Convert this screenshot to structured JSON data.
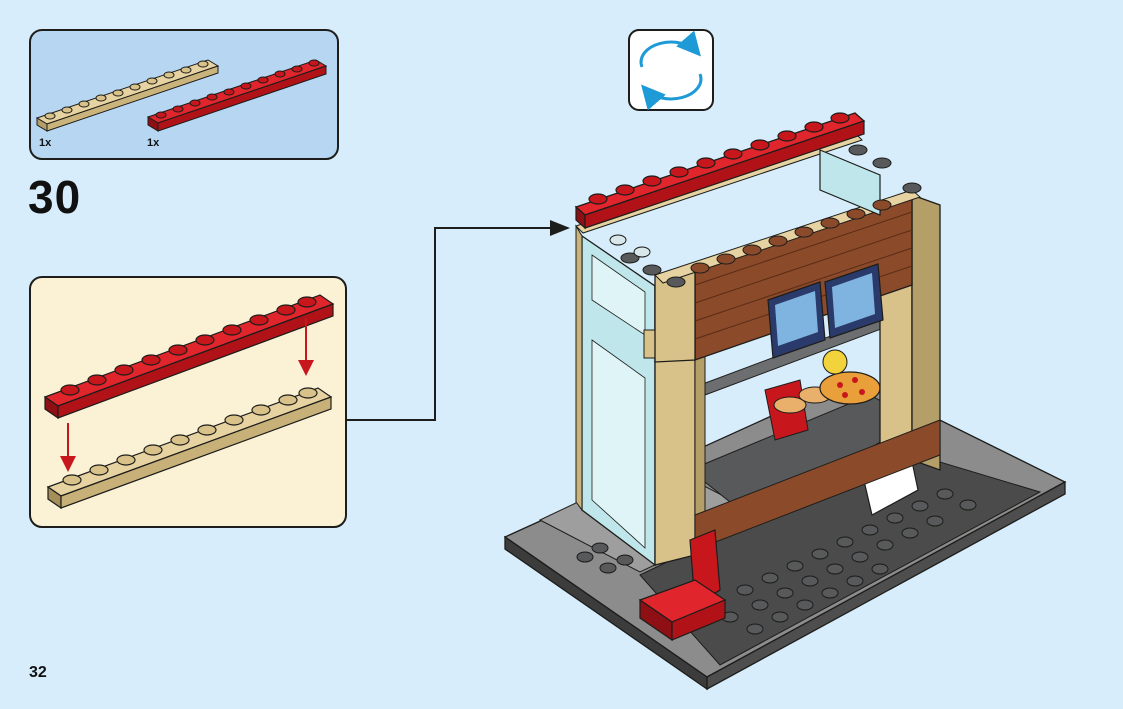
{
  "parts_list": {
    "items": [
      {
        "color_name": "tan",
        "color": "#d8c28a",
        "quantity": "1x"
      },
      {
        "color_name": "red",
        "color": "#c8161d",
        "quantity": "1x"
      }
    ]
  },
  "step": {
    "number": "30"
  },
  "rotate_hint": {
    "icon": "rotate-arrows-icon",
    "color": "#1e9ad6"
  },
  "page": {
    "number": "32"
  },
  "colors": {
    "background": "#d7edfb",
    "parts_panel": "#b7d6f2",
    "submodel_panel": "#fbf2d6",
    "brick_red": "#c8161d",
    "brick_tan": "#d8c28a",
    "brick_dark_gray": "#58595b",
    "brick_light_gray": "#9b9b9b",
    "brick_brown": "#8b4a2a",
    "glass": "#bfe6ea"
  }
}
